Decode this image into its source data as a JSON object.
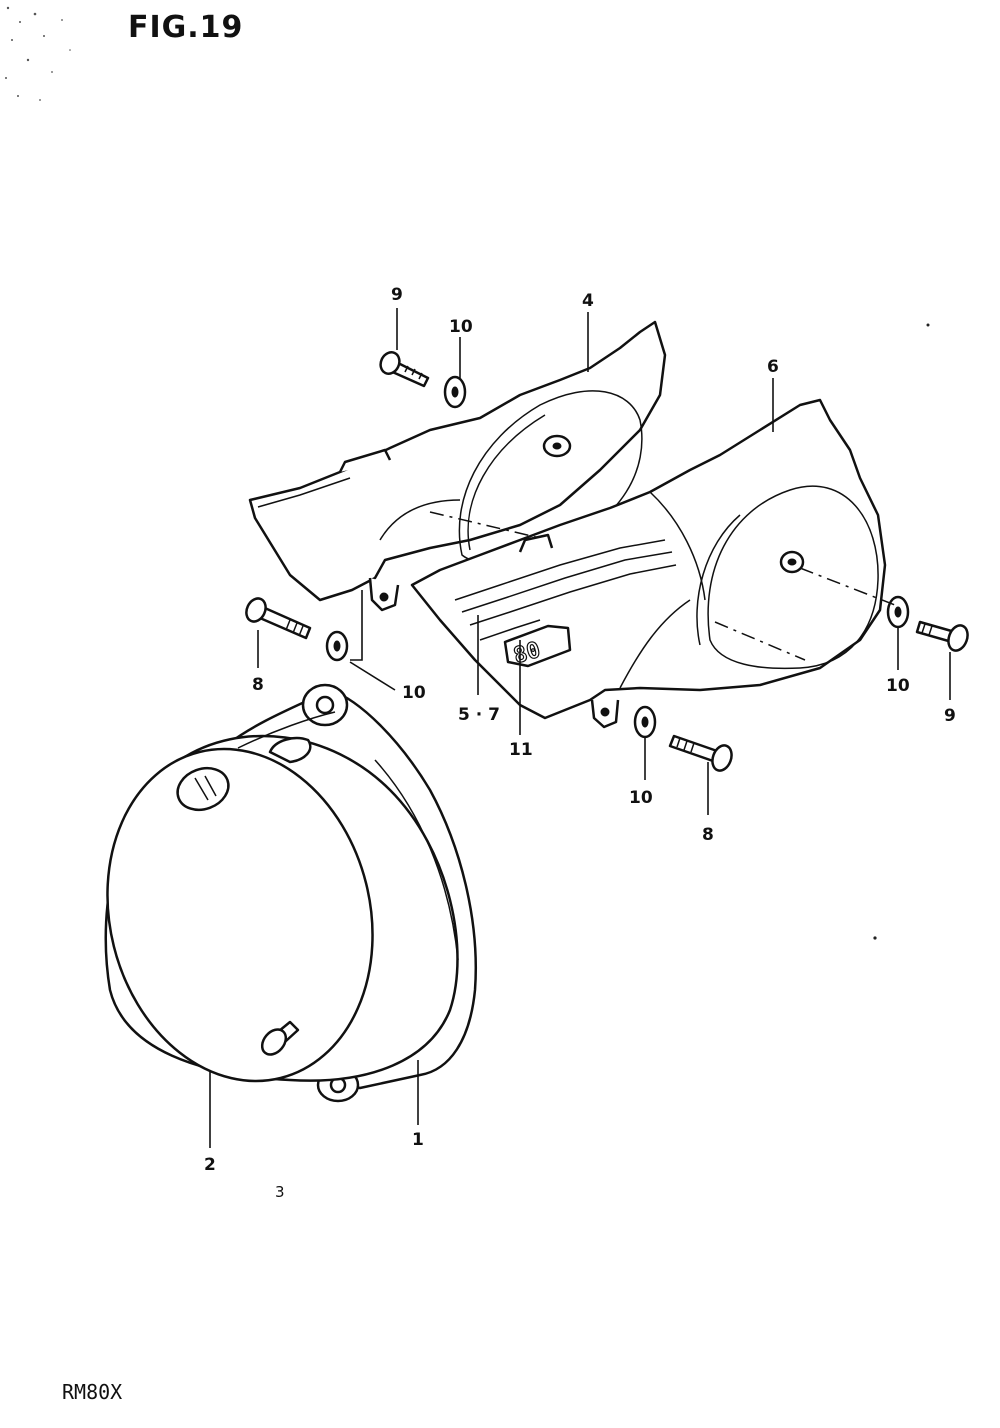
{
  "figure": {
    "title": "FIG.19",
    "model": "RM80X"
  },
  "callouts": {
    "c1": "1",
    "c2": "2",
    "c3": "3",
    "c4": "4",
    "c6": "6",
    "c5_7": "5 · 7",
    "c8a": "8",
    "c8b": "8",
    "c9a": "9",
    "c9b": "9",
    "c10a": "10",
    "c10b": "10",
    "c10c": "10",
    "c10d": "10",
    "c11": "11"
  },
  "emblem_text": "80",
  "parts": [
    {
      "ref": "1",
      "name": "magneto-cover-gasket"
    },
    {
      "ref": "2",
      "name": "magneto-cover"
    },
    {
      "ref": "3",
      "name": "screw"
    },
    {
      "ref": "4",
      "name": "frame-cover-left"
    },
    {
      "ref": "5 · 7",
      "name": "frame-cover-stripe"
    },
    {
      "ref": "6",
      "name": "frame-cover-right"
    },
    {
      "ref": "8",
      "name": "bolt"
    },
    {
      "ref": "9",
      "name": "bolt"
    },
    {
      "ref": "10",
      "name": "washer"
    },
    {
      "ref": "11",
      "name": "emblem"
    }
  ]
}
